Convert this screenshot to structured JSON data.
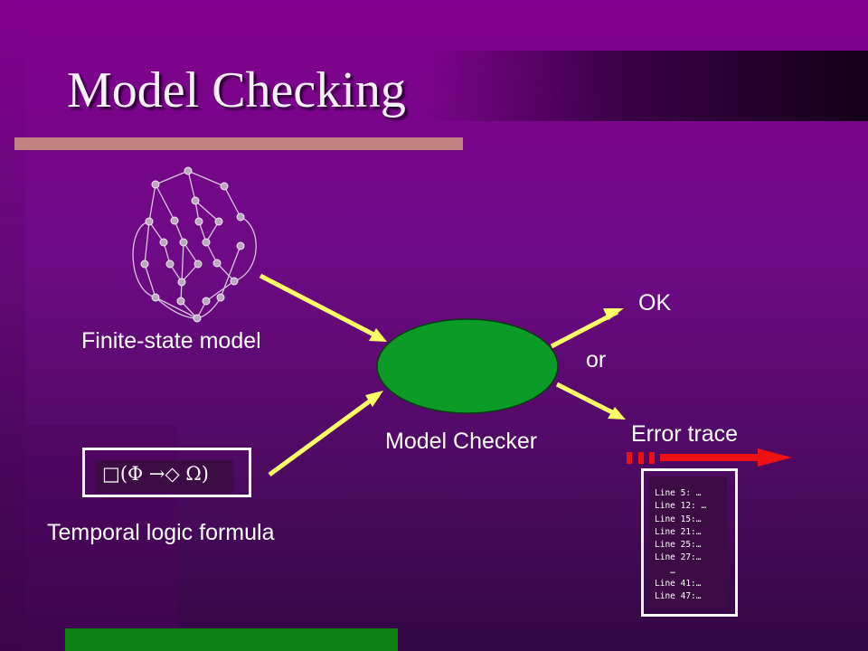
{
  "slide": {
    "title": "Model Checking",
    "colors": {
      "background": "#82008f",
      "accent_underline": "#c0837f",
      "arrow": "#ffff66",
      "checker_ellipse": "#0c9b26",
      "trace_arrow": "#ee1111",
      "bottom_bar": "#0d7e14"
    }
  },
  "diagram": {
    "finite_state_model_label": "Finite-state model",
    "model_checker_label": "Model Checker",
    "ok_label": "OK",
    "or_label": "or",
    "error_trace_label": "Error trace",
    "temporal_logic_label": "Temporal logic formula",
    "formula": "□(Φ →◇ Ω)",
    "trace_lines": [
      "Line 5: …",
      "Line 12: …",
      "Line 15:…",
      "Line 21:…",
      "Line 25:…",
      "Line 27:…",
      "   …",
      "Line 41:…",
      "Line 47:…"
    ]
  }
}
